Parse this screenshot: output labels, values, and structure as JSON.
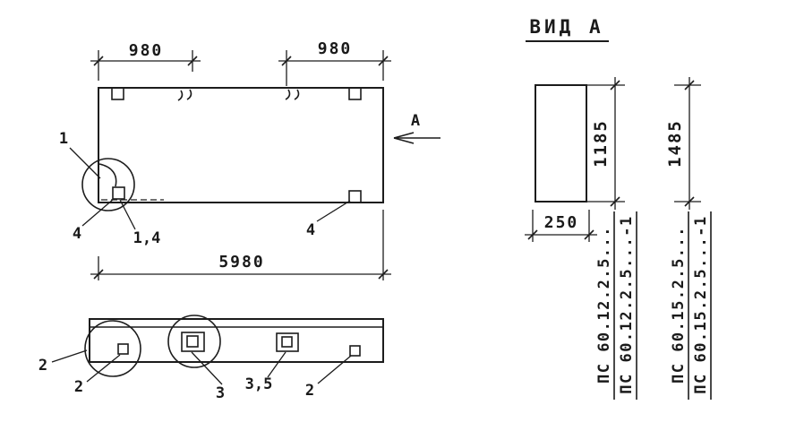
{
  "plan": {
    "dim_left": "980",
    "dim_right": "980",
    "dim_total": "5980",
    "callout_1": "1",
    "callout_4_left": "4",
    "callout_1_4": "1,4",
    "callout_4_right": "4",
    "view_arrow_label": "А"
  },
  "elevation": {
    "callout_2_left": "2",
    "callout_2_mid": "2",
    "callout_3": "3",
    "callout_3_5": "3,5",
    "callout_2_right": "2"
  },
  "view_a": {
    "title": "ВИД А",
    "dim_width": "250",
    "variants": [
      {
        "dim_height": "1185",
        "mark": "ПС 60.12.2.5...",
        "mark_alt": "ПС 60.12.2.5...-1"
      },
      {
        "dim_height": "1485",
        "mark": "ПС 60.15.2.5...",
        "mark_alt": "ПС 60.15.2.5...-1"
      }
    ]
  }
}
